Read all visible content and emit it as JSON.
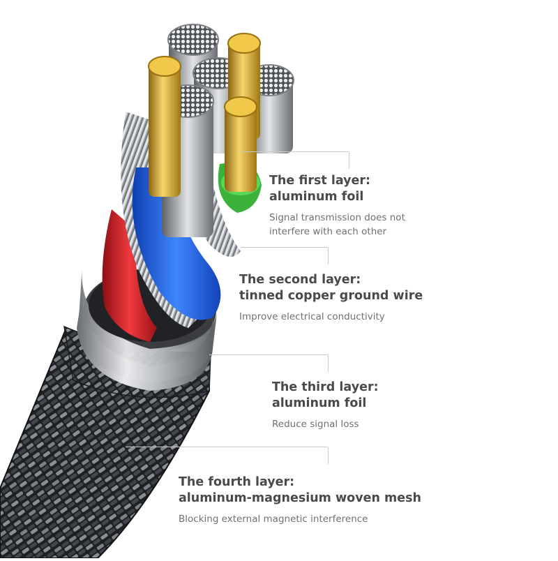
{
  "layers": [
    {
      "title_line1": "The first layer:",
      "title_line2": "aluminum foil",
      "desc_line1": "Signal transmission does not",
      "desc_line2": "interfere with each other"
    },
    {
      "title_line1": "The second layer:",
      "title_line2": "tinned copper ground wire",
      "desc_line1": "Improve electrical conductivity",
      "desc_line2": ""
    },
    {
      "title_line1": "The third layer:",
      "title_line2": "aluminum foil",
      "desc_line1": "Reduce signal loss",
      "desc_line2": ""
    },
    {
      "title_line1": "The fourth layer:",
      "title_line2": "aluminum-magnesium woven mesh",
      "desc_line1": "Blocking external magnetic interference",
      "desc_line2": ""
    }
  ],
  "colors": {
    "gold": "#d6a92a",
    "blue": "#1f5fe0",
    "red": "#d8232a",
    "green": "#3bb33b",
    "silver": "#b9bcc0",
    "braid": "#2b2d31",
    "heading": "#4a4a4a",
    "body": "#707070"
  }
}
